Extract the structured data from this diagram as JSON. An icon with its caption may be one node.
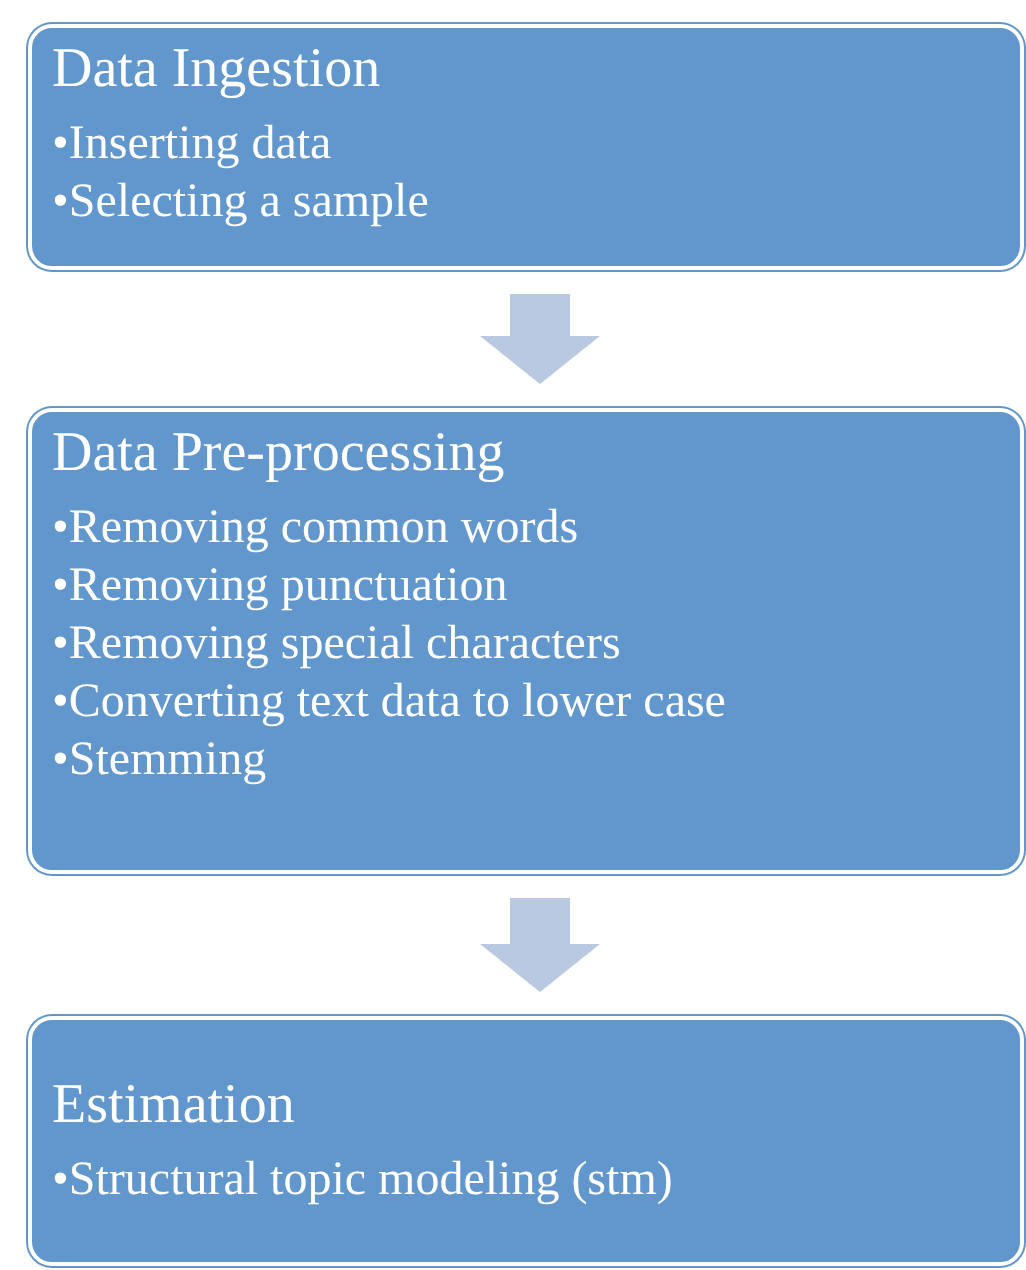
{
  "diagram": {
    "nodes": [
      {
        "text": [
          "Data Ingestion",
          "•Inserting data",
          "•Selecting a sample"
        ]
      },
      {
        "text": [
          "Data Pre-processing",
          "•Removing common words",
          "•Removing punctuation",
          "•Removing special characters",
          "•Converting text data to lower case",
          "•Stemming"
        ]
      },
      {
        "text": [
          "Estimation",
          "•Structural topic modeling (stm)"
        ]
      }
    ],
    "edges": [
      {
        "from": 0,
        "to": 1,
        "arrow": "to"
      },
      {
        "from": 1,
        "to": 2,
        "arrow": "to"
      }
    ]
  }
}
